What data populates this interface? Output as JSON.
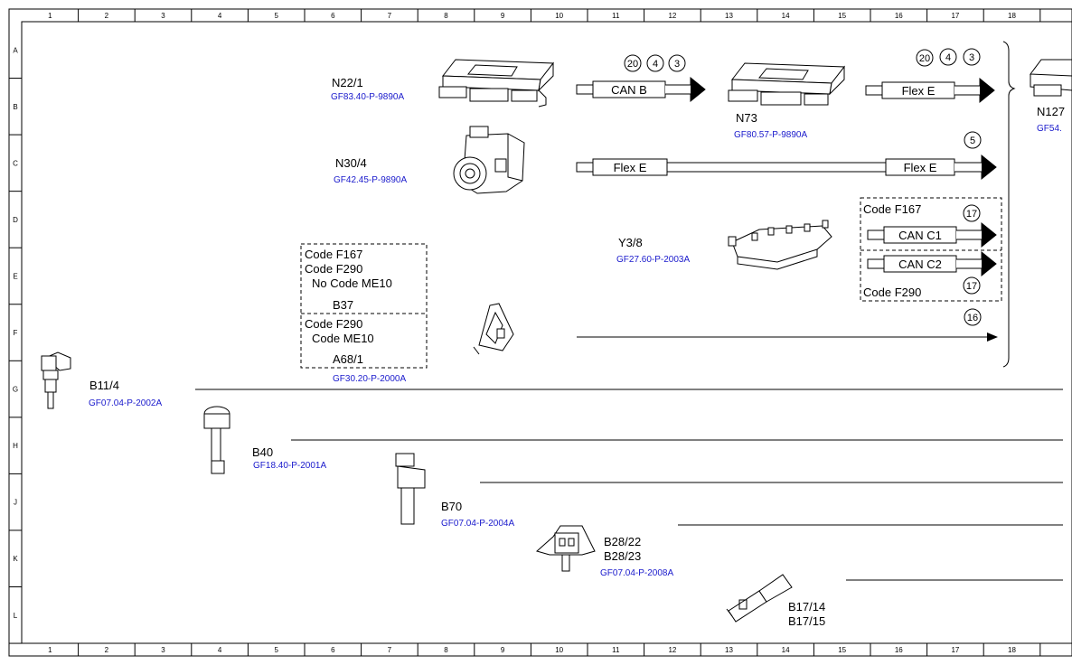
{
  "grid": {
    "columns": [
      "1",
      "2",
      "3",
      "4",
      "5",
      "6",
      "7",
      "8",
      "9",
      "10",
      "11",
      "12",
      "13",
      "14",
      "15",
      "16",
      "17",
      "18"
    ],
    "rows": [
      "A",
      "B",
      "C",
      "D",
      "E",
      "F",
      "G",
      "H",
      "J",
      "K",
      "L"
    ]
  },
  "components": {
    "n22_1": {
      "name": "N22/1",
      "ref": "GF83.40-P-9890A"
    },
    "n73": {
      "name": "N73",
      "ref": "GF80.57-P-9890A"
    },
    "n127": {
      "name": "N127",
      "ref": "GF54."
    },
    "n30_4": {
      "name": "N30/4",
      "ref": "GF42.45-P-9890A"
    },
    "y3_8": {
      "name": "Y3/8",
      "ref": "GF27.60-P-2003A"
    },
    "b11_4": {
      "name": "B11/4",
      "ref": "GF07.04-P-2002A"
    },
    "b40": {
      "name": "B40",
      "ref": "GF18.40-P-2001A"
    },
    "b70": {
      "name": "B70",
      "ref": "GF07.04-P-2004A"
    },
    "b28": {
      "name1": "B28/22",
      "name2": "B28/23",
      "ref": "GF07.04-P-2008A"
    },
    "b17": {
      "name1": "B17/14",
      "name2": "B17/15"
    }
  },
  "dashed_box_left": {
    "upper": {
      "line1": "Code F167",
      "line2": "Code F290",
      "line3": "No Code ME10",
      "name": "B37"
    },
    "lower": {
      "line1": "Code F290",
      "line2": "Code ME10",
      "name": "A68/1"
    },
    "ref": "GF30.20-P-2000A"
  },
  "dashed_box_right": {
    "upper_code": "Code F167",
    "lower_code": "Code F290"
  },
  "buses": {
    "can_b": "CAN B",
    "flex_e_top": "Flex E",
    "flex_e_mid_left": "Flex E",
    "flex_e_mid_right": "Flex E",
    "can_c1": "CAN C1",
    "can_c2": "CAN C2"
  },
  "circles": {
    "top1": [
      "20",
      "4",
      "3"
    ],
    "top2": [
      "20",
      "4",
      "3"
    ],
    "c5": "5",
    "c17a": "17",
    "c17b": "17",
    "c16": "16"
  }
}
